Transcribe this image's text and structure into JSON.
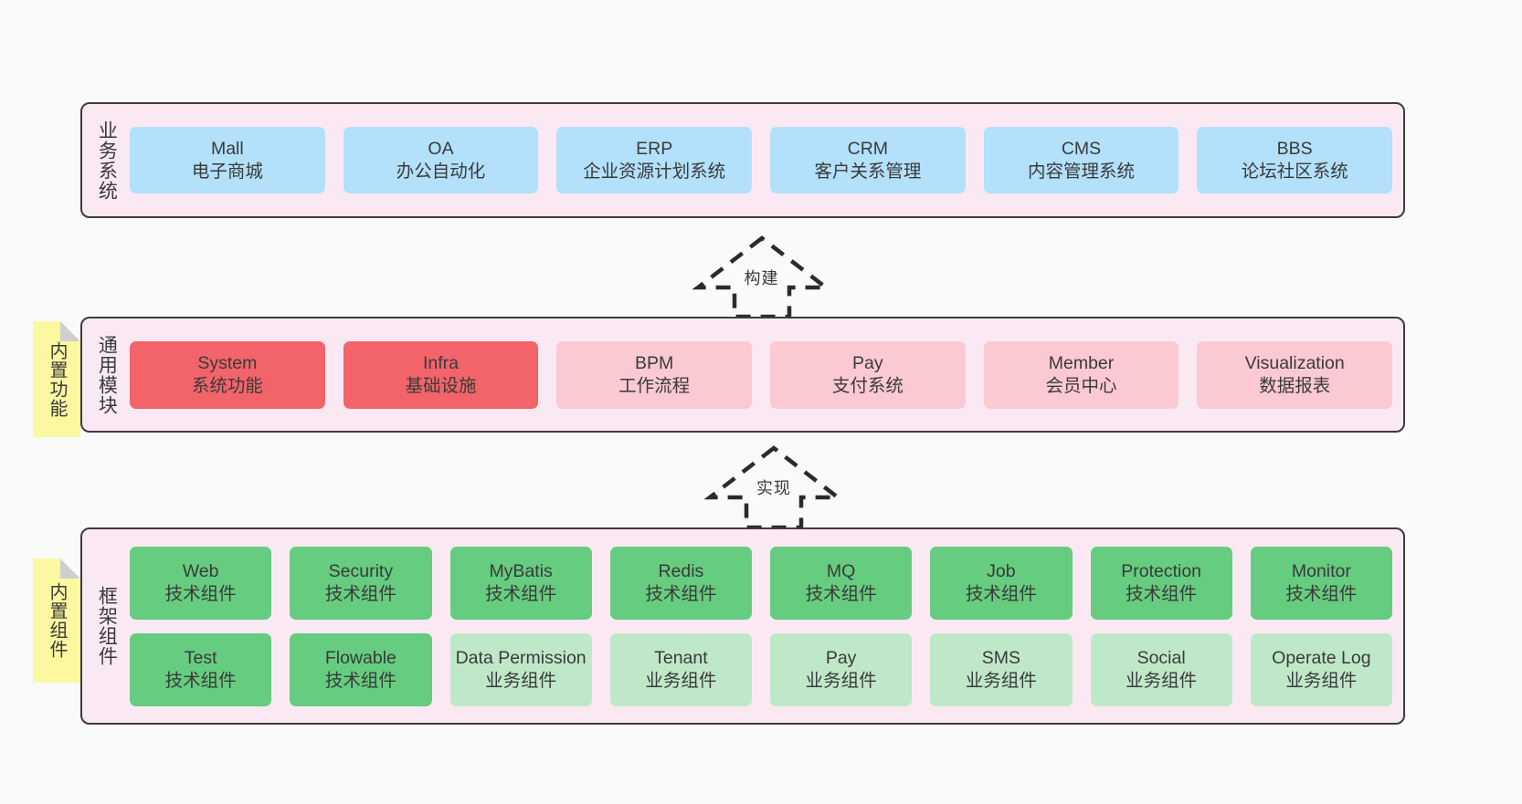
{
  "colors": {
    "panel_bg": "#fae9f3",
    "panel_border": "#3c3c3c",
    "business_node": "#b3e0fb",
    "common_strong": "#f2646a",
    "common_light": "#fbc9d2",
    "framework_tech": "#66cc7f",
    "framework_biz": "#bfe8c8",
    "note_bg": "#fbf8a0",
    "canvas_bg": "#fafafa"
  },
  "layers": [
    {
      "id": "business",
      "title": "业务系统",
      "rows": [
        {
          "nodes": [
            {
              "en": "Mall",
              "cn": "电子商城",
              "style": "plain"
            },
            {
              "en": "OA",
              "cn": "办公自动化",
              "style": "plain"
            },
            {
              "en": "ERP",
              "cn": "企业资源计划系统",
              "style": "plain"
            },
            {
              "en": "CRM",
              "cn": "客户关系管理",
              "style": "plain"
            },
            {
              "en": "CMS",
              "cn": "内容管理系统",
              "style": "plain"
            },
            {
              "en": "BBS",
              "cn": "论坛社区系统",
              "style": "plain"
            }
          ]
        }
      ]
    },
    {
      "id": "common",
      "title": "通用模块",
      "rows": [
        {
          "nodes": [
            {
              "en": "System",
              "cn": "系统功能",
              "style": "strong"
            },
            {
              "en": "Infra",
              "cn": "基础设施",
              "style": "strong"
            },
            {
              "en": "BPM",
              "cn": "工作流程",
              "style": "light"
            },
            {
              "en": "Pay",
              "cn": "支付系统",
              "style": "light"
            },
            {
              "en": "Member",
              "cn": "会员中心",
              "style": "light"
            },
            {
              "en": "Visualization",
              "cn": "数据报表",
              "style": "light"
            }
          ]
        }
      ]
    },
    {
      "id": "framework",
      "title": "框架组件",
      "rows": [
        {
          "nodes": [
            {
              "en": "Web",
              "cn": "技术组件",
              "style": "tech"
            },
            {
              "en": "Security",
              "cn": "技术组件",
              "style": "tech"
            },
            {
              "en": "MyBatis",
              "cn": "技术组件",
              "style": "tech"
            },
            {
              "en": "Redis",
              "cn": "技术组件",
              "style": "tech"
            },
            {
              "en": "MQ",
              "cn": "技术组件",
              "style": "tech"
            },
            {
              "en": "Job",
              "cn": "技术组件",
              "style": "tech"
            },
            {
              "en": "Protection",
              "cn": "技术组件",
              "style": "tech"
            },
            {
              "en": "Monitor",
              "cn": "技术组件",
              "style": "tech"
            }
          ]
        },
        {
          "nodes": [
            {
              "en": "Test",
              "cn": "技术组件",
              "style": "tech2"
            },
            {
              "en": "Flowable",
              "cn": "技术组件",
              "style": "tech2"
            },
            {
              "en": "Data Permission",
              "cn": "业务组件",
              "style": "biz"
            },
            {
              "en": "Tenant",
              "cn": "业务组件",
              "style": "biz"
            },
            {
              "en": "Pay",
              "cn": "业务组件",
              "style": "biz"
            },
            {
              "en": "SMS",
              "cn": "业务组件",
              "style": "biz"
            },
            {
              "en": "Social",
              "cn": "业务组件",
              "style": "biz"
            },
            {
              "en": "Operate Log",
              "cn": "业务组件",
              "style": "biz"
            }
          ]
        }
      ]
    }
  ],
  "notes": [
    {
      "id": "builtin-function",
      "text": "内置功能"
    },
    {
      "id": "builtin-component",
      "text": "内置组件"
    }
  ],
  "arrows": [
    {
      "id": "build",
      "label": "构建"
    },
    {
      "id": "implement",
      "label": "实现"
    }
  ]
}
